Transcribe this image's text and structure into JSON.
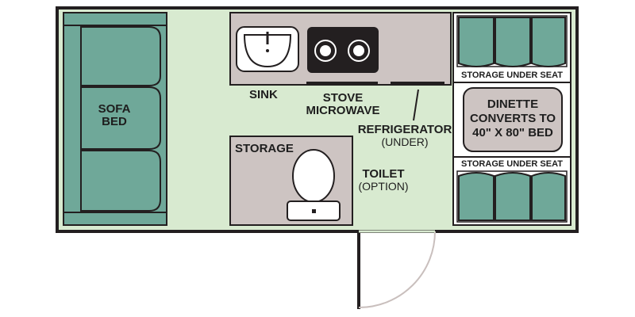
{
  "colors": {
    "floor": "#d8ead0",
    "wall": "#231f20",
    "teal": "#6fa899",
    "counter": "#cdc4c2",
    "white": "#ffffff",
    "door_arc": "#c9bfbd"
  },
  "labels": {
    "sofa_bed_1": "SOFA",
    "sofa_bed_2": "BED",
    "sink": "SINK",
    "stove": "STOVE",
    "microwave": "MICROWAVE",
    "refrigerator": "REFRIGERATOR",
    "refrigerator_note": "(UNDER)",
    "storage": "STORAGE",
    "toilet": "TOILET",
    "toilet_note": "(OPTION)",
    "storage_under_seat_top": "STORAGE UNDER SEAT",
    "storage_under_seat_bottom": "STORAGE UNDER SEAT",
    "dinette_1": "DINETTE",
    "dinette_2": "CONVERTS TO",
    "dinette_3": "40\" X 80\" BED"
  }
}
